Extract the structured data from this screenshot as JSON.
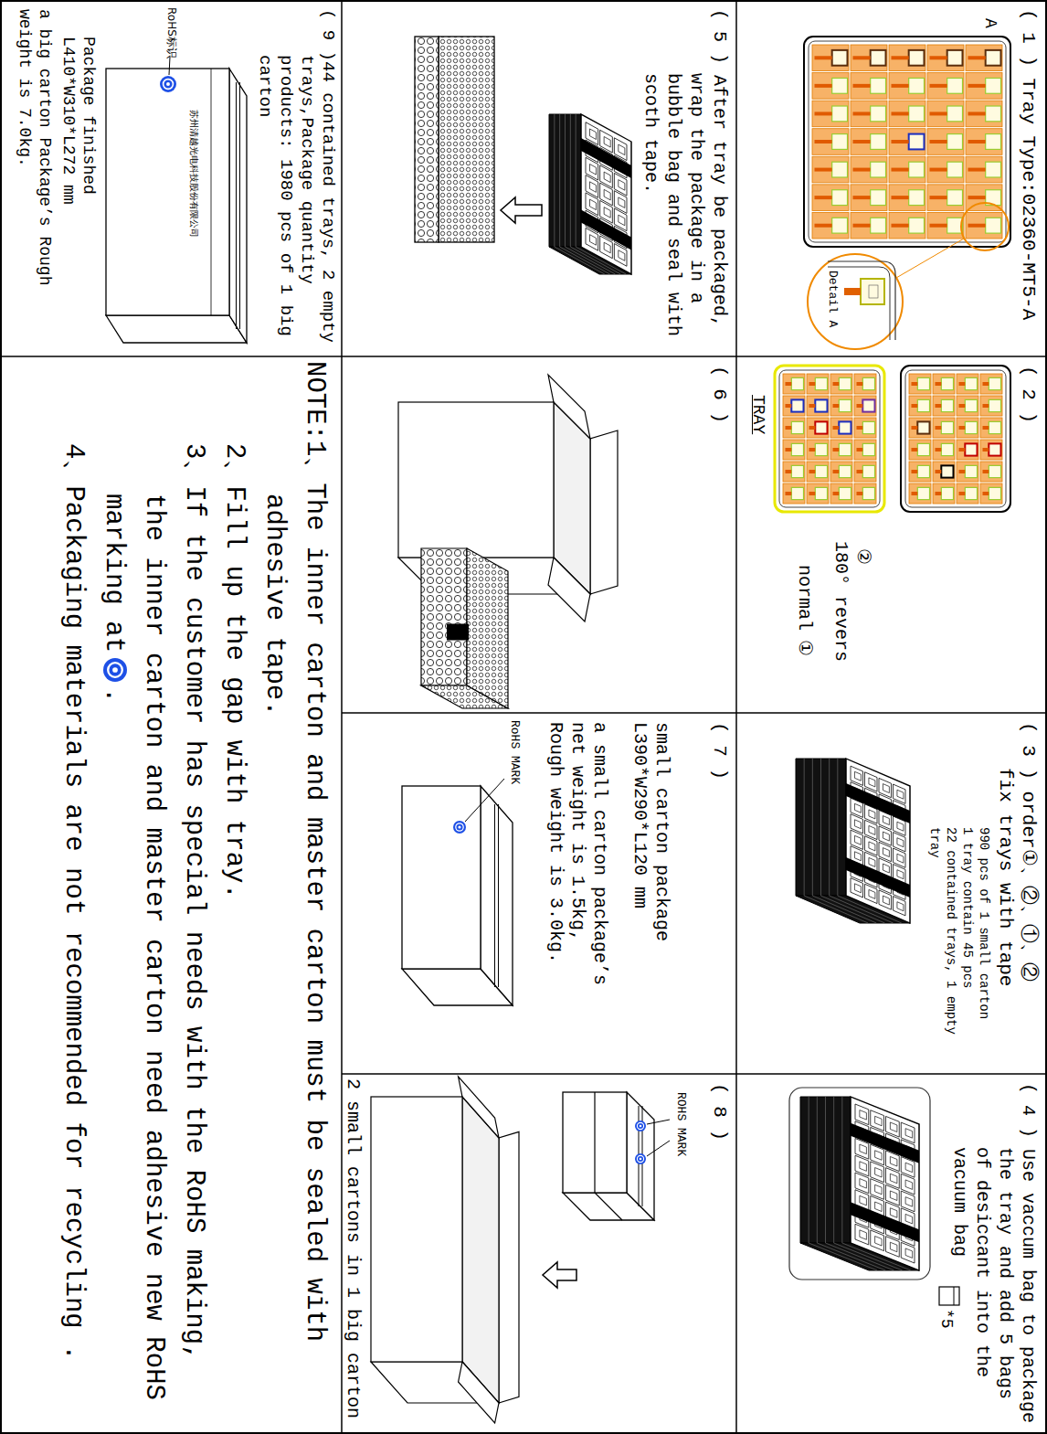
{
  "diagram": {
    "nodes": [
      {
        "text": [
          "( 1 ) Tray Type:02360-MT5-A"
        ]
      },
      {
        "text": [
          "( 2 )"
        ]
      },
      {
        "text": [
          "( 3 ) order①、②、①、② fix trays with tape",
          "990 pcs of 1 small carton",
          "1 tray contain 45 pcs",
          "22 contained trays, 1 empty tray"
        ]
      },
      {
        "text": [
          "( 4 ) Use vaccum bag to package the tray and add 5 bags of desiccant into the vacuum bag"
        ]
      },
      {
        "text": [
          "( 5 ) After tray be packaged, wrap the package in a bubble bag and seal with scoth tape."
        ]
      },
      {
        "text": [
          "( 6 )"
        ]
      },
      {
        "text": [
          "( 7 )",
          "small carton package L390*W290*L120 mm",
          "a small carton package’s net weight is 1.5kg, Rough weight is 3.0kg."
        ]
      },
      {
        "text": [
          "( 8 )",
          "2 small cartons in 1 big carton"
        ]
      },
      {
        "text": [
          "( 9 )44 contained trays, 2 empty trays,Package quantity products: 1980 pcs of 1 big carton",
          "Package finished L410*W310*L272 mm",
          "a big carton Package’s Rough weight is 7.0kg."
        ]
      },
      {
        "text": [
          "NOTE:1、The inner carton and master carton must be sealed with adhesive tape.",
          "2、Fill up the gap with tray.",
          "3、If the customer has special needs with the RoHS making, the inner carton and master carton need adhesive new RoHS marking at",
          "4、Packaging materials are not recommended for recycling ."
        ]
      }
    ],
    "labels": [
      "A",
      "Detail A",
      "②",
      "180° revers",
      "normal",
      "①",
      "TRAY",
      "*5",
      "RoHS MARK",
      "ROHS MARK",
      "RoHS标识",
      "苏州清越光电科技股份有限公司",
      "."
    ]
  }
}
